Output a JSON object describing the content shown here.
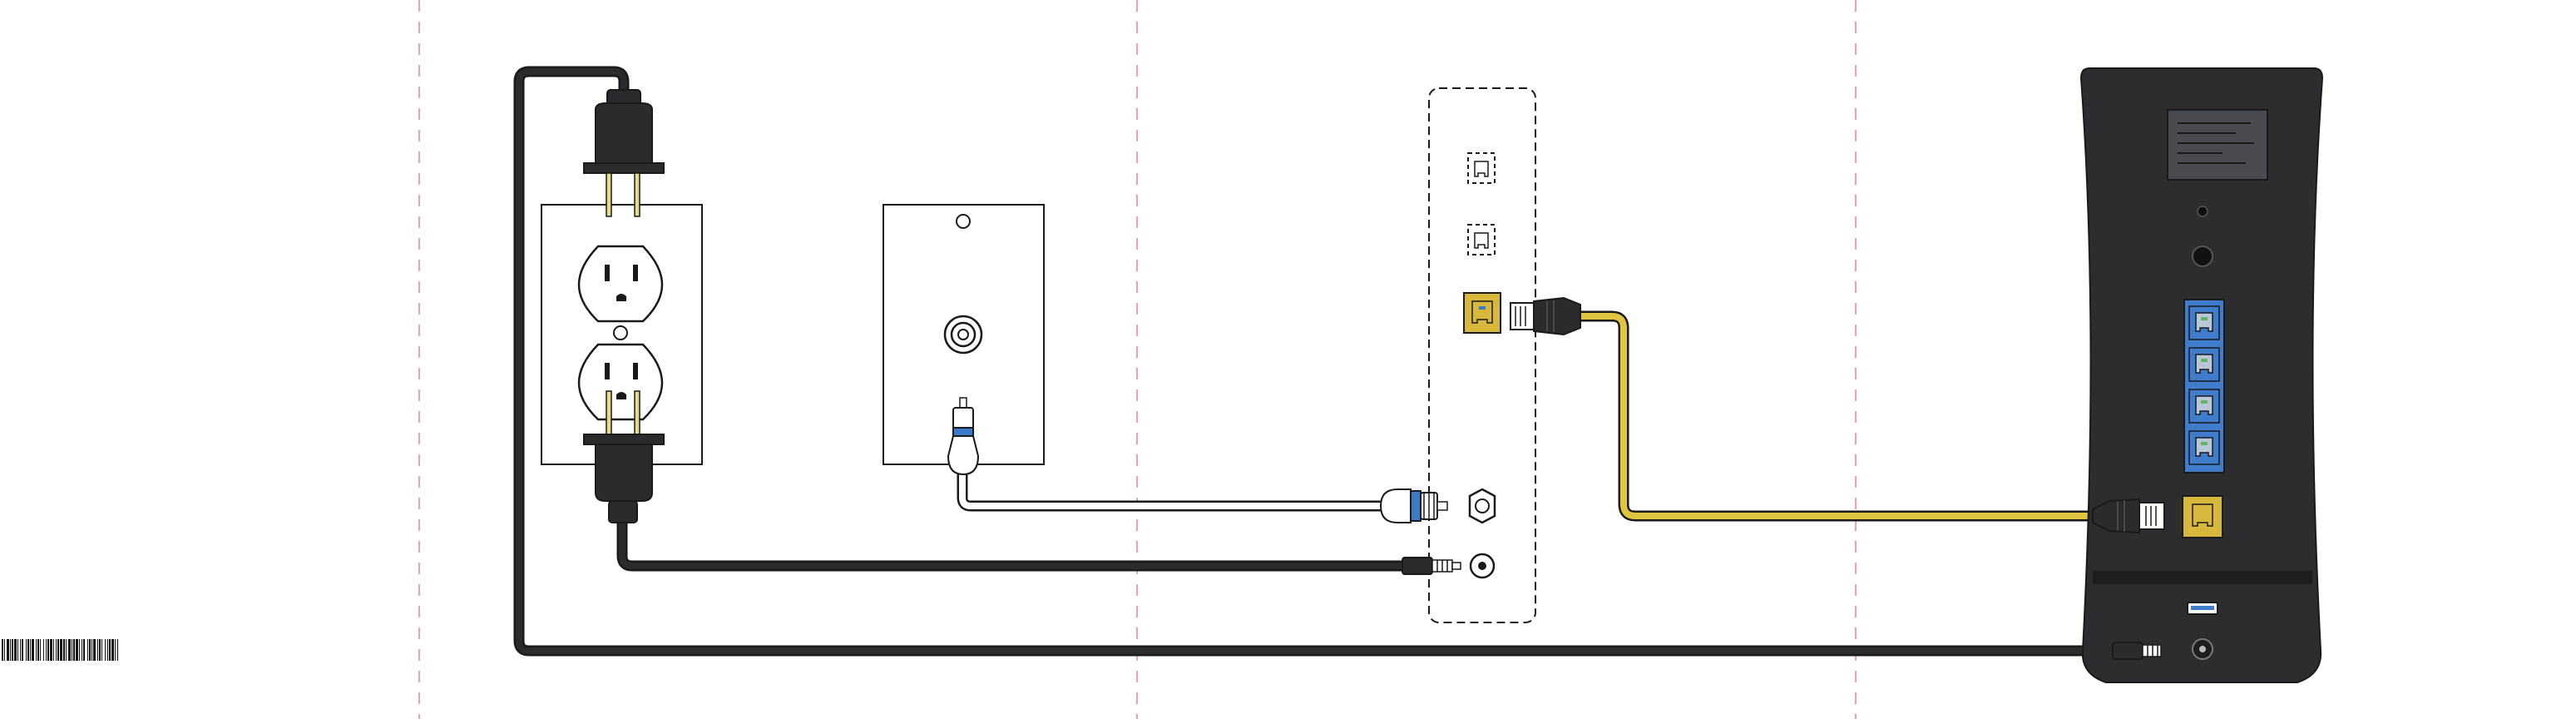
{
  "diagram": {
    "title": "",
    "colors": {
      "background": "#ffffff",
      "fold_guide": "#f2a0ae",
      "power_cable": "#2b2b2d",
      "coax_cable": "#ffffff",
      "coax_accent": "#3b7bc8",
      "ethernet_cable": "#e0c640",
      "ethernet_port": "#d7b83c",
      "lan_ports_panel": "#3f7ccc",
      "router_body": "#2d2d30",
      "outline": "#1a1a1a"
    },
    "components": {
      "power_outlet": {
        "name": "duplex-power-outlet",
        "receptacles": 2,
        "plugs_inserted": 2
      },
      "coax_wall_plate": {
        "name": "coax-wall-jack",
        "connector": "F-type"
      },
      "modem_back_panel": {
        "name": "modem-back-panel",
        "ports": [
          {
            "icon": "phone-port-icon",
            "state": "unused"
          },
          {
            "icon": "phone-port-icon",
            "state": "unused"
          },
          {
            "icon": "ethernet-port-icon",
            "state": "connected"
          },
          {
            "icon": "coax-port-icon",
            "state": "connected"
          },
          {
            "icon": "power-port-icon",
            "state": "connected"
          }
        ]
      },
      "router": {
        "name": "router-tower",
        "lan_ports": 4,
        "wan_port": {
          "icon": "ethernet-port-icon",
          "state": "connected"
        },
        "usb_port": true,
        "power_port": {
          "state": "connected"
        }
      }
    },
    "connections": [
      {
        "from": "power-outlet",
        "to": "modem-power-port",
        "cable": "power-cable"
      },
      {
        "from": "power-outlet",
        "to": "router-power-port",
        "cable": "power-cable"
      },
      {
        "from": "coax-wall-jack",
        "to": "modem-coax-port",
        "cable": "coax-cable"
      },
      {
        "from": "modem-ethernet-port",
        "to": "router-wan-port",
        "cable": "ethernet-cable"
      }
    ],
    "barcode": {
      "icon": "barcode-icon"
    }
  }
}
